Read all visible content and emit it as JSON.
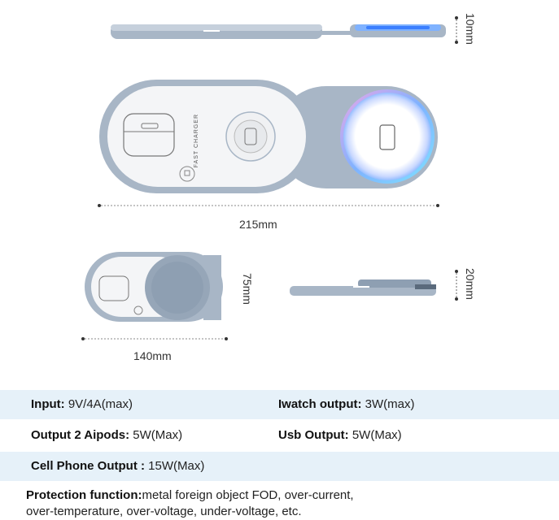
{
  "dimensions": {
    "height_top": "10mm",
    "length": "215mm",
    "depth": "75mm",
    "width_folded": "140mm",
    "height_folded": "20mm"
  },
  "product_label": "FAST CHARGER",
  "specs": [
    {
      "left": {
        "label": "Input:",
        "value": "9V/4A(max)"
      },
      "right": {
        "label": "Iwatch output:",
        "value": "3W(max)"
      }
    },
    {
      "left": {
        "label": "Output 2 Aipods:",
        "value": "5W(Max)"
      },
      "right": {
        "label": "Usb Output:",
        "value": "5W(Max)"
      }
    },
    {
      "left": {
        "label": "Cell Phone Output :",
        "value": "15W(Max)"
      }
    }
  ],
  "protection": {
    "label": "Protection function:",
    "value": "metal foreign object FOD, over-current,",
    "value_line2": "over-temperature, over-voltage, under-voltage, etc."
  },
  "colors": {
    "body_gray": "#a8b6c6",
    "top_white": "#f4f5f7",
    "ring_blue": "#7fb2ff",
    "ring_pink": "#e6a6e8",
    "row_shade": "#e6f1f9"
  }
}
